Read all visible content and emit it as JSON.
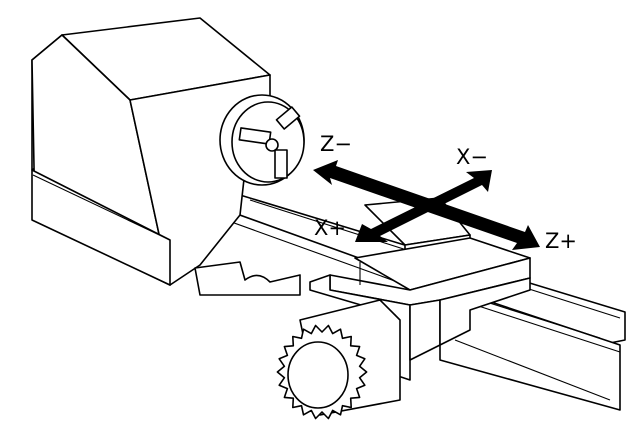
{
  "diagram": {
    "subject": "lathe",
    "axis_labels": {
      "z_minus": "Z−",
      "x_minus": "X−",
      "x_plus": "X+",
      "z_plus": "Z+"
    },
    "arrow_color": "#000000"
  }
}
